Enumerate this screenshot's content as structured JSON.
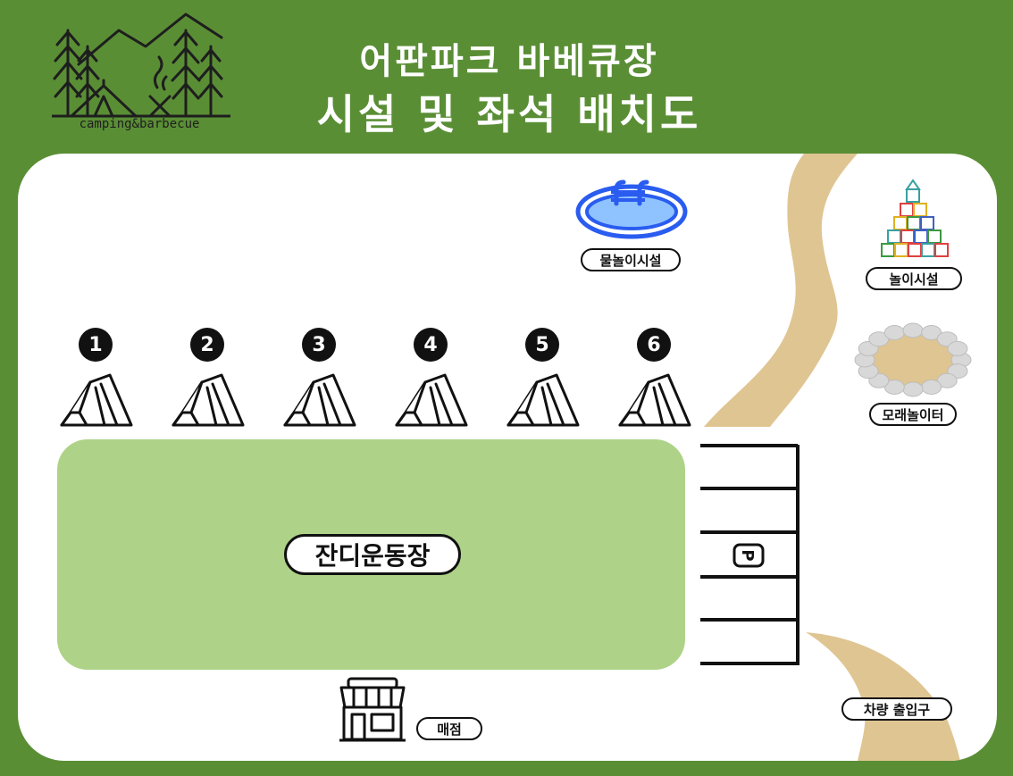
{
  "header": {
    "title_line1": "어판파크 바베큐장",
    "title_line2": "시설 및 좌석 배치도",
    "logo_text": "camping&barbecue"
  },
  "facilities": {
    "water_play": "물놀이시설",
    "playground": "놀이시설",
    "sandbox": "모래놀이터",
    "lawn_field": "잔디운동장",
    "parking_symbol": "P",
    "store": "매점",
    "vehicle_entrance": "차량 출입구"
  },
  "tents": [
    "1",
    "2",
    "3",
    "4",
    "5",
    "6"
  ],
  "colors": {
    "background_green": "#5a8e35",
    "map_white": "#ffffff",
    "lawn_green": "#aed388",
    "path_sand": "#dfc592",
    "pool_blue": "#2a5cf0",
    "pool_water": "#8fc3ff",
    "ink": "#111111"
  },
  "icons": [
    "tree-icon",
    "tent-icon",
    "campfire-icon",
    "pool-icon",
    "block-tower-icon",
    "sandbox-icon",
    "store-icon",
    "parking-icon"
  ]
}
